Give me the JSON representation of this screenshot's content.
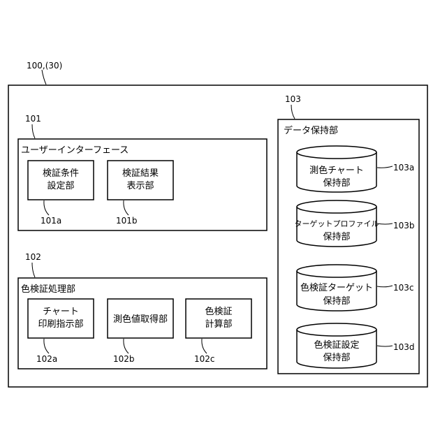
{
  "device_label": "100,(30)",
  "ui": {
    "ref": "101",
    "title": "ユーザーインターフェース",
    "blocks": [
      {
        "line1": "検証条件",
        "line2": "設定部",
        "ref": "101a"
      },
      {
        "line1": "検証結果",
        "line2": "表示部",
        "ref": "101b"
      }
    ]
  },
  "proc": {
    "ref": "102",
    "title": "色検証処理部",
    "blocks": [
      {
        "line1": "チャート",
        "line2": "印刷指示部",
        "ref": "102a"
      },
      {
        "line1": "測色値取得部",
        "line2": "",
        "ref": "102b"
      },
      {
        "line1": "色検証",
        "line2": "計算部",
        "ref": "102c"
      }
    ]
  },
  "store": {
    "ref": "103",
    "title": "データ保持部",
    "cylinders": [
      {
        "line1": "測色チャート",
        "line2": "保持部",
        "ref": "103a"
      },
      {
        "line1": "ターゲットプロファイル",
        "line2": "保持部",
        "ref": "103b"
      },
      {
        "line1": "色検証ターゲット",
        "line2": "保持部",
        "ref": "103c"
      },
      {
        "line1": "色検証設定",
        "line2": "保持部",
        "ref": "103d"
      }
    ]
  }
}
